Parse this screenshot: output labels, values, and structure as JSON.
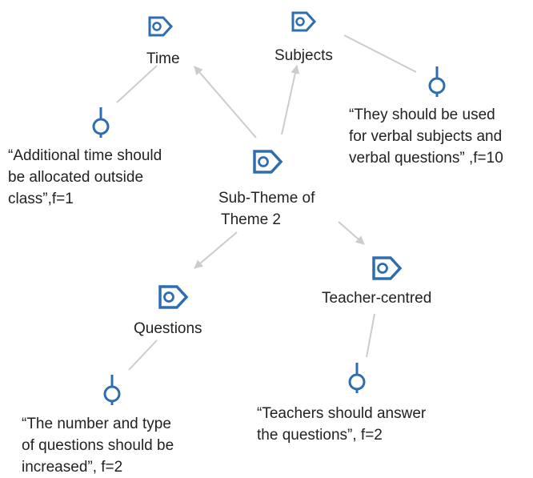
{
  "nodes": {
    "center": {
      "line1": "Sub-Theme of",
      "line2": "Theme 2",
      "icon": "code-icon"
    },
    "time": {
      "label": "Time",
      "icon": "code-icon"
    },
    "subjects": {
      "label": "Subjects",
      "icon": "code-icon"
    },
    "questions": {
      "label": "Questions",
      "icon": "code-icon"
    },
    "teacher": {
      "label": "Teacher-centred",
      "icon": "code-icon"
    }
  },
  "quotes": {
    "time": {
      "lines": [
        "“Additional time should",
        "be allocated outside",
        "class”,f=1"
      ],
      "icon": "quotation-icon"
    },
    "subjects": {
      "lines": [
        "“They should be used",
        "for verbal subjects and",
        "verbal questions” ,f=10"
      ],
      "icon": "quotation-icon"
    },
    "questions": {
      "lines": [
        "“The number and type",
        "of questions should be",
        "increased”, f=2"
      ],
      "icon": "quotation-icon"
    },
    "teacher": {
      "lines": [
        "“Teachers should answer",
        "the questions”, f=2"
      ],
      "icon": "quotation-icon"
    }
  },
  "colors": {
    "icon": "#2f6db3",
    "edge": "#cccccc",
    "text": "#222222"
  }
}
